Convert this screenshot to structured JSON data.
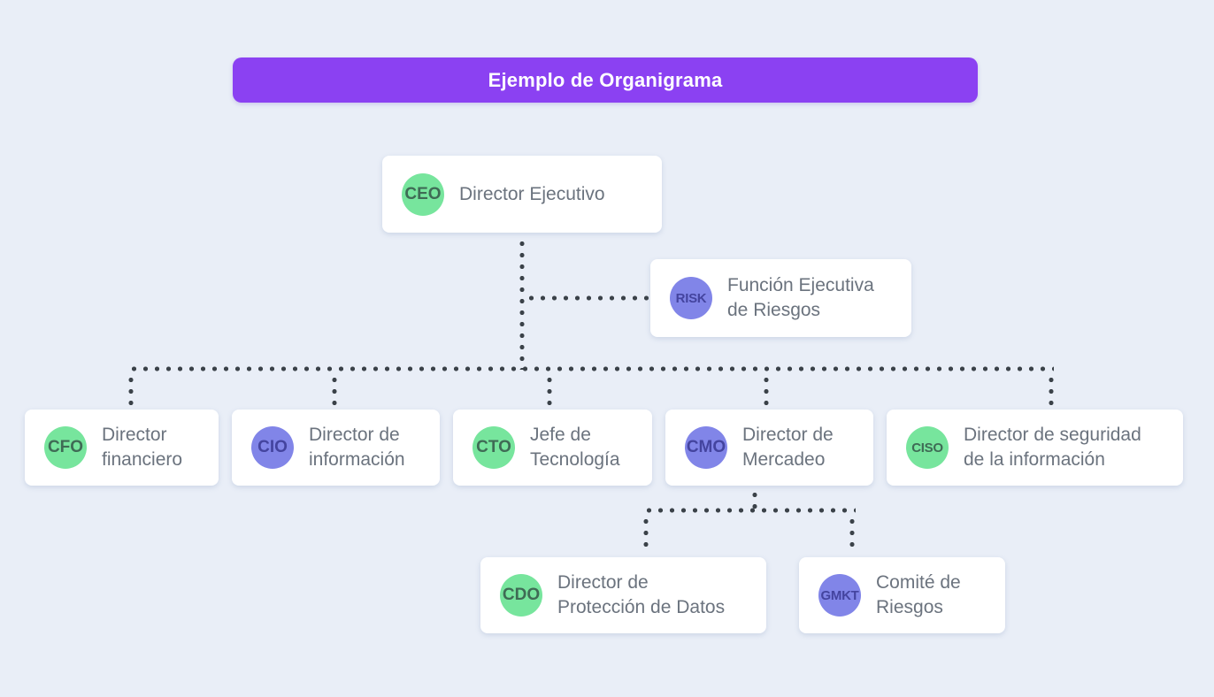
{
  "header": {
    "title": "Ejemplo de Organigrama"
  },
  "colors": {
    "background": "#e9eef7",
    "banner_purple": "#8b41f2",
    "card_white": "#ffffff",
    "badge_green": "#77e59d",
    "badge_green_text": "#3f6b55",
    "badge_purple": "#8185e8",
    "badge_purple_text": "#44449f",
    "label_gray": "#6b737e",
    "connector_dots": "#3b4249"
  },
  "nodes": {
    "ceo": {
      "abbr": "CEO",
      "badge_color": "green",
      "role": "Director Ejecutivo",
      "lines": [
        "Director Ejecutivo",
        ""
      ]
    },
    "risk": {
      "abbr": "RISK",
      "badge_color": "purple",
      "role": "Función Ejecutiva de Riesgos",
      "lines": [
        "Función Ejecutiva",
        "de Riesgos"
      ]
    },
    "cfo": {
      "abbr": "CFO",
      "badge_color": "green",
      "role": "Director financiero",
      "lines": [
        "Director",
        "financiero"
      ]
    },
    "cio": {
      "abbr": "CIO",
      "badge_color": "purple",
      "role": "Director de información",
      "lines": [
        "Director de",
        "información"
      ]
    },
    "cto": {
      "abbr": "CTO",
      "badge_color": "green",
      "role": "Jefe de Tecnología",
      "lines": [
        "Jefe de",
        "Tecnología"
      ]
    },
    "cmo": {
      "abbr": "CMO",
      "badge_color": "purple",
      "role": "Director de Mercadeo",
      "lines": [
        "Director de",
        "Mercadeo"
      ]
    },
    "ciso": {
      "abbr": "CISO",
      "badge_color": "green",
      "role": "Director de seguridad de la información",
      "lines": [
        "Director de seguridad",
        "de la información"
      ]
    },
    "cdo": {
      "abbr": "CDO",
      "badge_color": "green",
      "role": "Director de Protección de Datos",
      "lines": [
        "Director de",
        "Protección de Datos"
      ]
    },
    "gmkt": {
      "abbr": "GMKT",
      "badge_color": "purple",
      "role": "Comité de Riesgos",
      "lines": [
        "Comité de",
        "Riesgos"
      ]
    }
  },
  "edges": [
    {
      "from": "ceo",
      "to": "risk",
      "style": "dotted"
    },
    {
      "from": "ceo",
      "to": "cfo",
      "style": "dotted"
    },
    {
      "from": "ceo",
      "to": "cio",
      "style": "dotted"
    },
    {
      "from": "ceo",
      "to": "cto",
      "style": "dotted"
    },
    {
      "from": "ceo",
      "to": "cmo",
      "style": "dotted"
    },
    {
      "from": "ceo",
      "to": "ciso",
      "style": "dotted"
    },
    {
      "from": "cmo",
      "to": "cdo",
      "style": "dotted"
    },
    {
      "from": "cmo",
      "to": "gmkt",
      "style": "dotted"
    }
  ]
}
